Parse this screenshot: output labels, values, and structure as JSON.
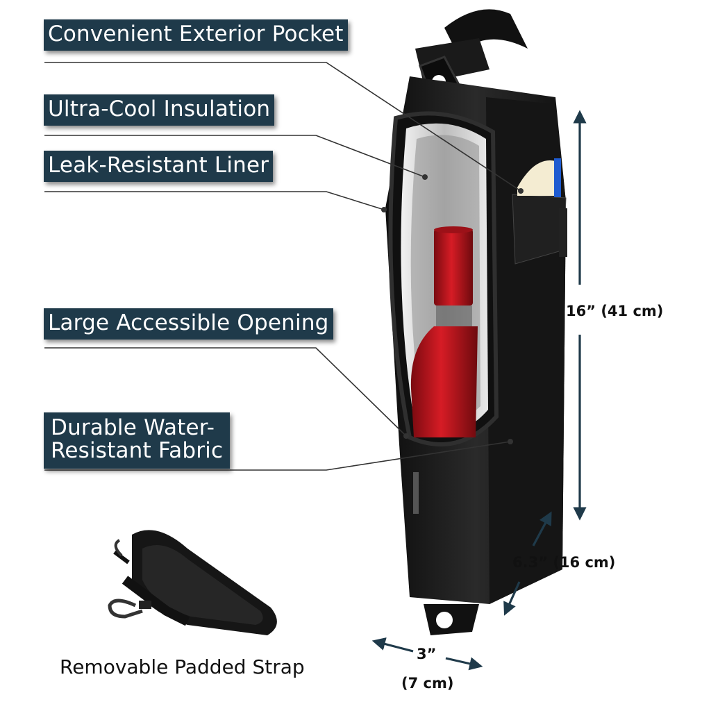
{
  "callouts": [
    {
      "text": "Convenient Exterior Pocket"
    },
    {
      "text": "Ultra-Cool Insulation"
    },
    {
      "text": "Leak-Resistant Liner"
    },
    {
      "text": "Large Accessible Opening"
    },
    {
      "text": "Durable Water-\nResistant Fabric"
    }
  ],
  "dimensions": {
    "height": "16” (41 cm)",
    "depth": "6.3” (16 cm)",
    "width_in": "3”",
    "width_cm": "(7 cm)"
  },
  "strap_caption": "Removable Padded Strap",
  "colors": {
    "label_bg": "#1f3a4a",
    "bag": "#1a1a1a",
    "arrow": "#1f3a4a",
    "bottle": "#c0161e"
  }
}
